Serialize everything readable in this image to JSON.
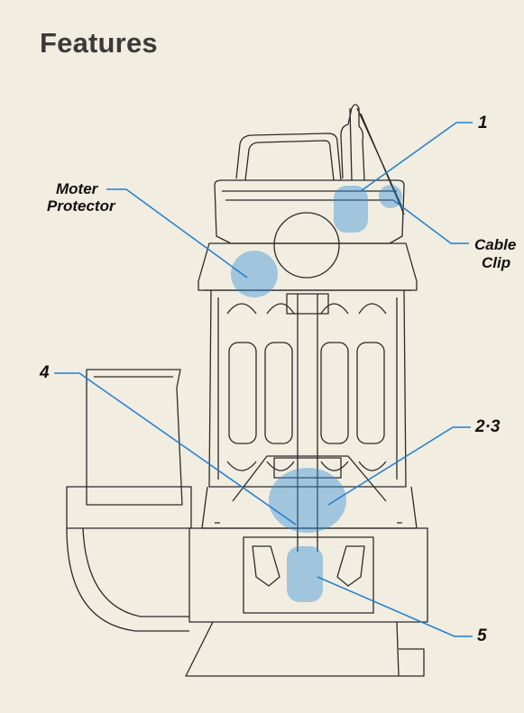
{
  "title": "Features",
  "callouts": {
    "c1": "1",
    "cable_clip_line1": "Cable",
    "cable_clip_line2": "Clip",
    "moter_line1": "Moter",
    "moter_line2": "Protector",
    "c4": "4",
    "c23": "2·3",
    "c5": "5"
  },
  "colors": {
    "background": "#f1ede0",
    "highlight": "#2f8fd8",
    "leader_line": "#1f7fcf",
    "outline": "#2b2b2b"
  }
}
